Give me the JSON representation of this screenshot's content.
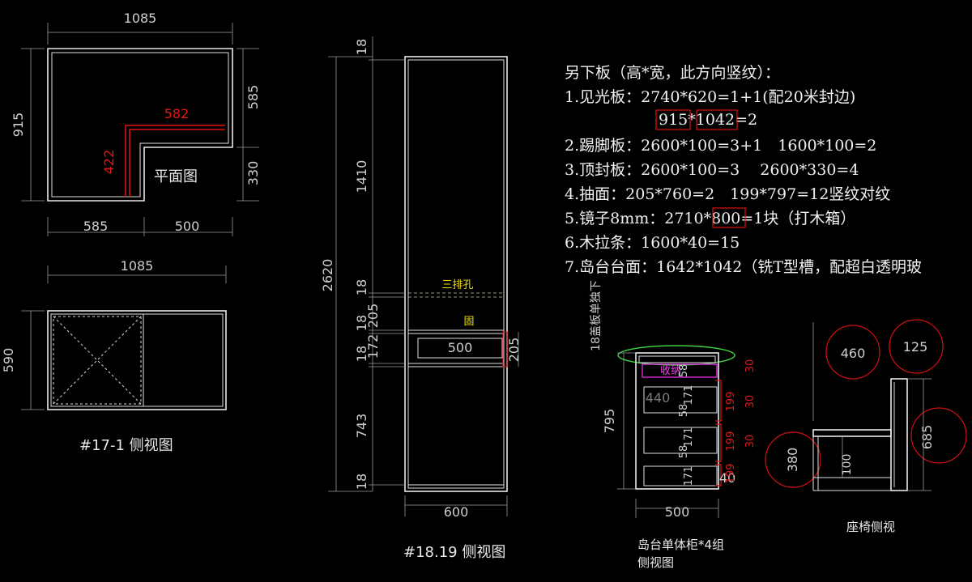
{
  "plan_view": {
    "title": "平面图",
    "dim_top": "1085",
    "dim_left": "915",
    "dim_right_top": "585",
    "dim_right_bottom": "330",
    "dim_bottom_left": "585",
    "dim_bottom_right": "500",
    "red_dim_h": "582",
    "red_dim_v": "422"
  },
  "side_view_17": {
    "title": "#17-1 侧视图",
    "dim_top": "1085",
    "dim_left": "590"
  },
  "side_view_18": {
    "title": "#18.19 侧视图",
    "dim_total": "2620",
    "dims_right": [
      "18",
      "1410",
      "18",
      "18",
      "205",
      "18",
      "172",
      "743",
      "18"
    ],
    "dim_bottom": "600",
    "drawer_width": "500",
    "drawer_height": "205",
    "label_holes": "三排孔",
    "label_fixed": "固"
  },
  "island_cabinet": {
    "title_line1": "岛台单体柜*4组",
    "title_line2": "侧视图",
    "vertical_label": "18盖板单独下",
    "label_storage": "收纳",
    "dim_height": "795",
    "dim_bottom": "500",
    "inner_width": "440",
    "dim_40": "40",
    "left_dims": [
      "58",
      "171",
      "58",
      "171",
      "58",
      "171"
    ],
    "right_dims": [
      "30",
      "199",
      "30",
      "199",
      "30",
      "199"
    ]
  },
  "chair": {
    "title": "座椅侧视",
    "circle_1": "460",
    "circle_2": "125",
    "circle_3": "685",
    "circle_4": "380",
    "dim_100": "100"
  },
  "notes": {
    "heading": "另下板（高*宽，此方向竖纹）：",
    "line1": "1.见光板：2740*620=1+1(配20米封边)",
    "line1b": "915*1042=2",
    "line2": "2.踢脚板：2600*100=3+1　1600*100=2",
    "line3": "3.顶封板：2600*100=3　 2600*330=4",
    "line4": "4.抽面：205*760=2　199*797=12竖纹对纹",
    "line5": "5.镜子8mm：2710*800=1块（打木箱）",
    "line6": "6.木拉条：1600*40=15",
    "line7": "7.岛台台面：1642*1042（铣T型槽，配超白透明玻"
  },
  "colors": {
    "background": "#000000",
    "line": "#e8e8e8",
    "dimension": "#9a9a9a",
    "red": "#e01010",
    "yellow": "#f0e000",
    "magenta": "#ff33ff",
    "green": "#40d040"
  }
}
